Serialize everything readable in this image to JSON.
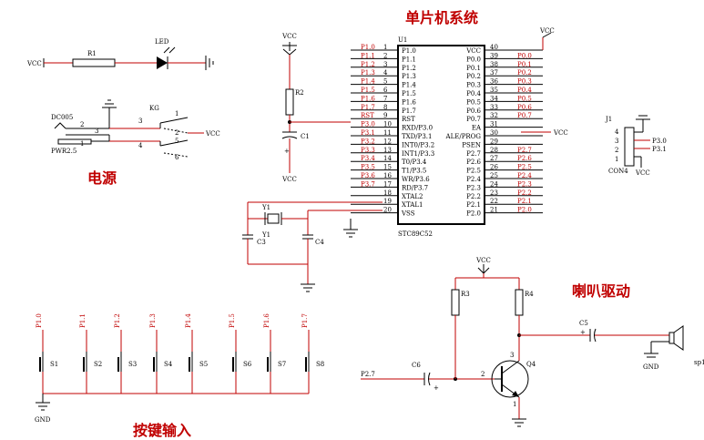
{
  "titles": {
    "main": "单片机系统",
    "power": "电源",
    "speaker": "喇叭驱动",
    "keys": "按键输入"
  },
  "power_section": {
    "vcc_left": "VCC",
    "resistor": "R1",
    "led": "LED",
    "jack": "DC005",
    "jack_pins": [
      "2",
      "3",
      "1"
    ],
    "jack_label": "PWR2.5",
    "switch": "KG",
    "switch_pins": [
      "3",
      "1",
      "2",
      "4",
      "5",
      "6"
    ],
    "switch_vcc": "VCC"
  },
  "reset_section": {
    "vcc_top": "VCC",
    "resistor": "R2",
    "cap": "C1",
    "cap_plus": "+",
    "vcc_bottom": "VCC"
  },
  "crystal_section": {
    "y1_top": "Y1",
    "y1_bottom": "Y1",
    "c3": "C3",
    "c4": "C4"
  },
  "mcu": {
    "ref": "U1",
    "part": "STC89C52",
    "vcc_label": "VCC",
    "ea_vcc": "VCC",
    "left_nets": [
      "P1.0",
      "P1.1",
      "P1.2",
      "P1.3",
      "P1.4",
      "P1.5",
      "P1.6",
      "P1.7",
      "RST",
      "P3.0",
      "P3.1",
      "P3.2",
      "P3.3",
      "P3.4",
      "P3.5",
      "P3.6",
      "P3.7",
      "",
      "",
      ""
    ],
    "left_nums": [
      "1",
      "2",
      "3",
      "4",
      "5",
      "6",
      "7",
      "8",
      "9",
      "10",
      "11",
      "12",
      "13",
      "14",
      "15",
      "16",
      "17",
      "18",
      "19",
      "20"
    ],
    "left_names": [
      "P1.0",
      "P1.1",
      "P1.2",
      "P1.3",
      "P1.4",
      "P1.5",
      "P1.6",
      "P1.7",
      "RST",
      "RXD/P3.0",
      "TXD/P3.1",
      "INT0/P3.2",
      "INT1/P3.3",
      "T0/P3.4",
      "T1/P3.5",
      "WR/P3.6",
      "RD/P3.7",
      "XTAL2",
      "XTAL1",
      "VSS"
    ],
    "right_names": [
      "VCC",
      "P0.0",
      "P0.1",
      "P0.2",
      "P0.3",
      "P0.4",
      "P0.5",
      "P0.6",
      "P0.7",
      "EA",
      "ALE/PROG",
      "PSEN",
      "P2.7",
      "P2.6",
      "P2.5",
      "P2.4",
      "P2.3",
      "P2.2",
      "P2.1",
      "P2.0"
    ],
    "right_nums": [
      "40",
      "39",
      "38",
      "37",
      "36",
      "35",
      "34",
      "33",
      "32",
      "31",
      "30",
      "29",
      "28",
      "27",
      "26",
      "25",
      "24",
      "23",
      "22",
      "21"
    ],
    "right_nets": [
      "",
      "P0.0",
      "P0.1",
      "P0.2",
      "P0.3",
      "P0.4",
      "P0.5",
      "P0.6",
      "P0.7",
      "",
      "",
      "",
      "P2.7",
      "P2.6",
      "P2.5",
      "P2.4",
      "P2.3",
      "P2.2",
      "P2.1",
      "P2.0"
    ]
  },
  "connector": {
    "ref": "J1",
    "part": "CON4",
    "pins": [
      "4",
      "3",
      "2",
      "1"
    ],
    "nets": [
      "",
      "P3.0",
      "P3.1",
      "VCC"
    ]
  },
  "speaker_section": {
    "vcc": "VCC",
    "r3": "R3",
    "r4": "R4",
    "c5": "C5",
    "c5_plus": "+",
    "c6": "C6",
    "c6_plus": "+",
    "input_net": "P2.7",
    "q4": "Q4",
    "pin1": "1",
    "pin2": "2",
    "pin3": "3",
    "gnd": "GND",
    "speaker": "sp1"
  },
  "keys_section": {
    "nets": [
      "P1.0",
      "P1.1",
      "P1.2",
      "P1.3",
      "P1.4",
      "P1.5",
      "P1.6",
      "P1.7"
    ],
    "switches": [
      "S1",
      "S2",
      "S3",
      "S4",
      "S5",
      "S6",
      "S7",
      "S8"
    ],
    "gnd": "GND"
  }
}
